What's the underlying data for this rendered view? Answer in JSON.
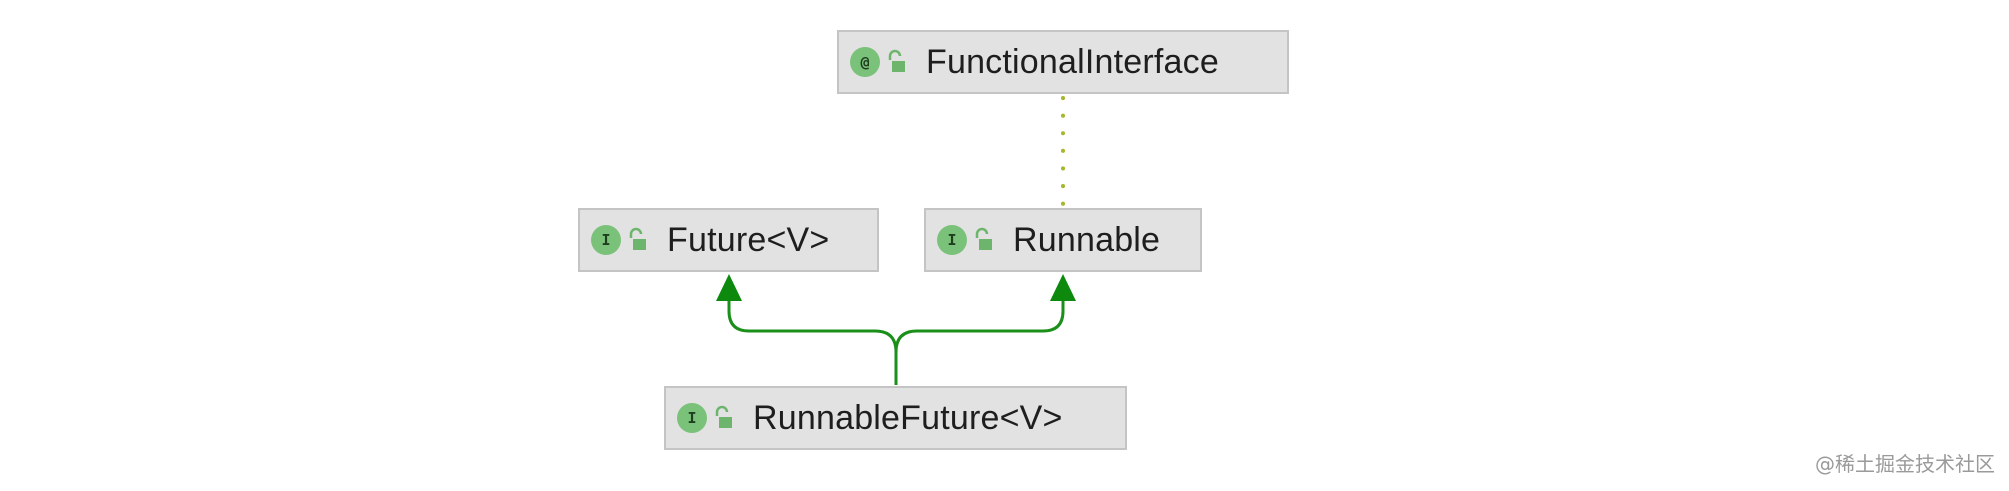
{
  "diagram": {
    "nodes": [
      {
        "id": "functional_interface",
        "kind_glyph": "@",
        "label": "FunctionalInterface"
      },
      {
        "id": "future",
        "kind_glyph": "I",
        "label": "Future<V>"
      },
      {
        "id": "runnable",
        "kind_glyph": "I",
        "label": "Runnable"
      },
      {
        "id": "runnable_future",
        "kind_glyph": "I",
        "label": "RunnableFuture<V>"
      }
    ],
    "edges": [
      {
        "from": "runnable",
        "to": "functional_interface",
        "style": "dotted"
      },
      {
        "from": "runnable_future",
        "to": "future",
        "style": "extends"
      },
      {
        "from": "runnable_future",
        "to": "runnable",
        "style": "extends"
      }
    ],
    "icons": {
      "annotation": "annotation-type-icon",
      "interface": "interface-icon",
      "visibility": "public-lock-icon"
    },
    "colors": {
      "node_fill": "#e2e2e2",
      "node_border": "#c4c4c4",
      "inherit_edge": "#1a8f1a",
      "annotation_edge": "#a6b82a",
      "icon_fill": "#7ac179"
    }
  },
  "watermark": "@稀土掘金技术社区"
}
